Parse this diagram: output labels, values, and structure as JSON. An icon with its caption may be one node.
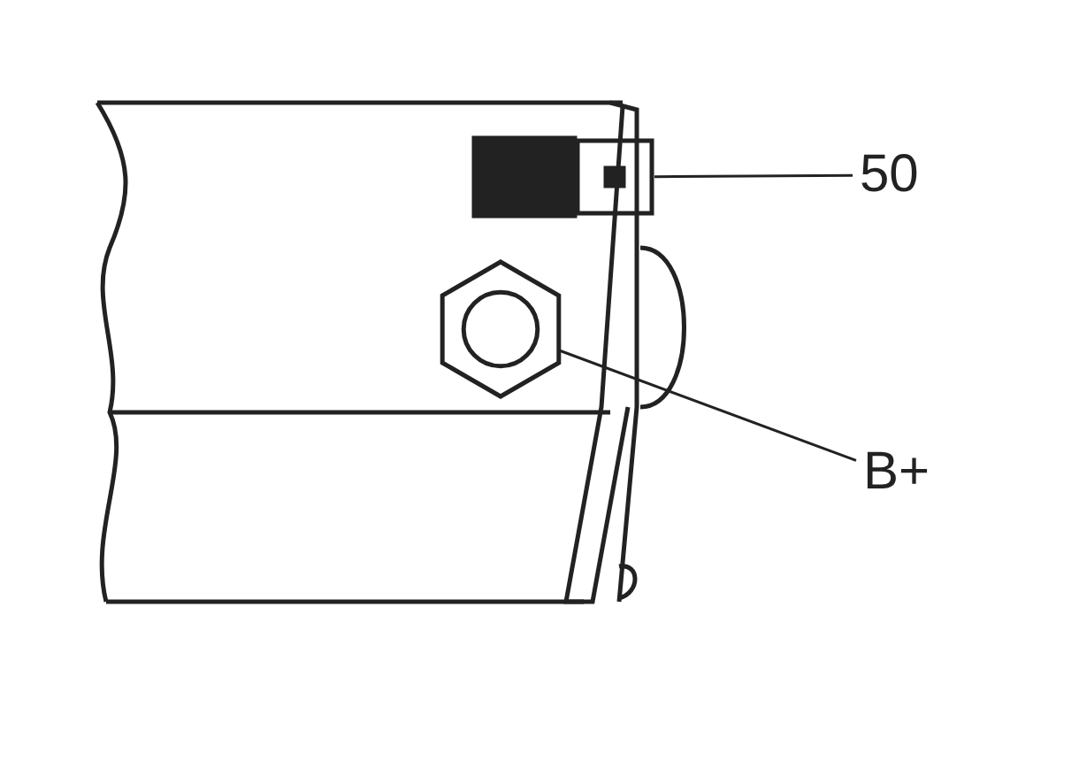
{
  "diagram": {
    "nodes": [
      {
        "text": [
          "50"
        ]
      },
      {
        "text": [],
        "shape": "box"
      },
      {
        "text": [
          "B+"
        ]
      },
      {
        "text": [],
        "shape": "hexagon"
      }
    ],
    "edges": [
      {
        "from": 0,
        "to": 1,
        "arrow": "none"
      },
      {
        "from": 2,
        "to": 3,
        "arrow": "none"
      }
    ]
  }
}
